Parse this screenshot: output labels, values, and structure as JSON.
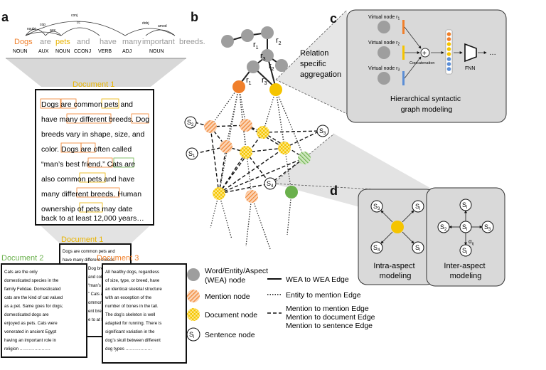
{
  "panels": {
    "a": "a",
    "b": "b",
    "c": "c",
    "d": "d"
  },
  "colors": {
    "orange": "#f07f2a",
    "yellow": "#f5c400",
    "green": "#6ab04c",
    "gray": "#9e9e9e",
    "panel_bg": "#dcdcdc",
    "light_gray": "#c8c8c8"
  },
  "syntax": {
    "words": [
      "Dogs",
      "are",
      "pets",
      "and",
      "have",
      "many",
      "important",
      "breeds."
    ],
    "pos": [
      "NOUN",
      "AUX",
      "NOUN",
      "CCONJ",
      "VERB",
      "ADJ",
      "NOUN"
    ],
    "arcs": [
      "nsubj",
      "cop",
      "cc",
      "conj",
      "dobj",
      "amod"
    ],
    "aux_arc": "aux"
  },
  "doc1_big": {
    "title": "Document 1",
    "lines": [
      "Dogs are common pets and",
      "have many different breeds. Dog",
      "breeds vary in shape, size, and",
      "color. Dogs are often called",
      "“man’s best friend.” Cats are",
      "also common pets and have",
      "many different breeds. Human",
      "ownership of pets may date",
      "back to at least 12,000 years…"
    ]
  },
  "docs_small": {
    "doc1_title": "Document 1",
    "doc1_lines": [
      "Dogs are common pets and",
      "have many different breeds.",
      "Dog breeds vary",
      "and color. Dogs",
      "“man’s best friend.”",
      "” Cats are a",
      "ommon pets and",
      "ent breeds. H",
      "e to at least 12"
    ],
    "doc2_title": "Document 2",
    "doc2_lines": [
      "Cats are the only",
      "domesticated species in the",
      "family Felidae. Domesticated",
      "cats are the kind of cat valued",
      "as a pet. Same goes for dogs;",
      "domesticated dogs are",
      "enjoyed as pets. Cats were",
      "venerated in ancient Egypt",
      "having an important role in",
      "religion …………………"
    ],
    "doc3_title": "Document 3",
    "doc3_lines": [
      "All healthy dogs, regardless",
      "of size, type, or breed, have",
      "an identical skeletal structure",
      "with an exception of the",
      "number of bones in the tail.",
      "The dog’s skeleton is well",
      "adapted for running. There is",
      "significant variation in the",
      "dog’s skull between different",
      "dog types ………………"
    ]
  },
  "graph_b": {
    "relations": [
      "r",
      "r",
      "r",
      "r",
      "r"
    ],
    "relation_subs": [
      "1",
      "2",
      "3",
      "2",
      "1",
      "3"
    ],
    "caption_lines": [
      "Relation",
      "specific",
      "aggregation"
    ],
    "sentence_nodes": [
      "S",
      "S",
      "S",
      "S"
    ],
    "sentence_subs": [
      "2",
      "3",
      "1",
      "4"
    ]
  },
  "panel_c": {
    "virtual_nodes": [
      "Virtual node r",
      "Virtual node r",
      "Virtual node r"
    ],
    "virtual_subs": [
      "1",
      "2",
      "3"
    ],
    "plus": "+",
    "concatenation": "Concatenation",
    "fnn": "FNN",
    "ellipsis": "…",
    "caption_lines": [
      "Hierarchical syntactic",
      "graph modeling"
    ]
  },
  "panel_d": {
    "intra_caption_lines": [
      "Intra-aspect",
      "modeling"
    ],
    "inter_caption_lines": [
      "Inter-aspect",
      "modeling"
    ],
    "intra_nodes": [
      "S",
      "S",
      "S",
      "S"
    ],
    "intra_subs": [
      "3",
      "i",
      "4",
      "i"
    ],
    "inter_nodes": [
      "S",
      "S",
      "S",
      "S",
      "S"
    ],
    "inter_subs": [
      "i",
      "2",
      "i",
      "3",
      "i"
    ],
    "alpha": "α",
    "alpha_sub": "ij"
  },
  "legend": [
    {
      "label_lines": [
        "Word/Entity/Aspect",
        "(WEA) node"
      ],
      "kind": "gray"
    },
    {
      "label_lines": [
        "Mention node"
      ],
      "kind": "mention"
    },
    {
      "label_lines": [
        "Document node"
      ],
      "kind": "document"
    },
    {
      "label_lines": [
        "Sentence node"
      ],
      "kind": "sentence",
      "symbol": "S",
      "sub": "i"
    }
  ],
  "edge_legend": [
    {
      "label": "WEA to WEA Edge",
      "style": "solid"
    },
    {
      "label": "Entity to mention Edge",
      "style": "dotted"
    },
    {
      "label": "Mention to mention Edge",
      "style": "dashed"
    },
    {
      "label": "Mention to document Edge",
      "style": "dashed"
    },
    {
      "label": "Mention to sentence Edge",
      "style": "dashed"
    }
  ]
}
